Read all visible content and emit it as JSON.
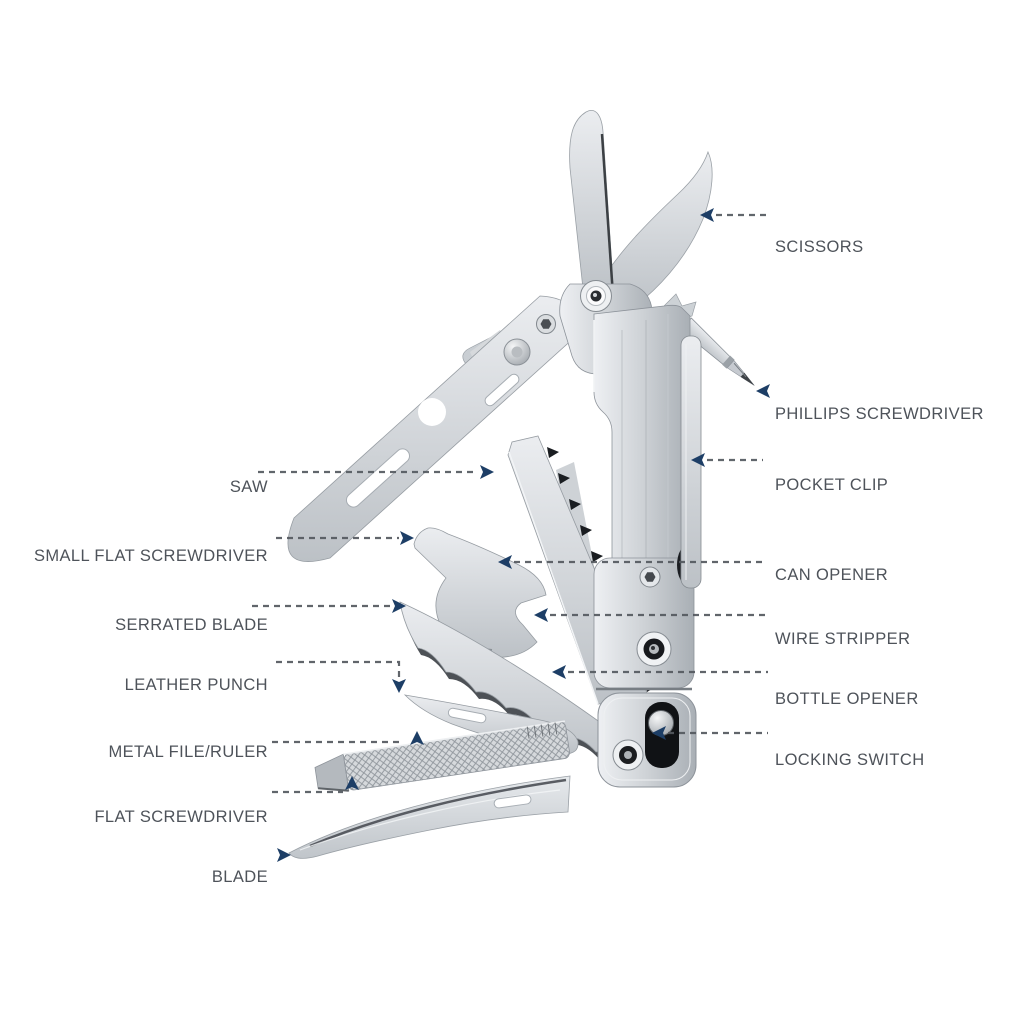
{
  "diagram": {
    "title": "multi-tool pocket knife exploded feature diagram",
    "colors": {
      "background": "#ffffff",
      "label_text": "#4e535a",
      "callout_line": "#54595f",
      "arrowhead": "#1d3e66",
      "metal_light": "#eef0f3",
      "metal_mid": "#c9cdd2",
      "metal_dark": "#8d939a",
      "slot_dark": "#14161a"
    }
  },
  "callouts": {
    "right": [
      {
        "id": "scissors",
        "label": "SCISSORS"
      },
      {
        "id": "phillips-screwdriver",
        "label": "PHILLIPS SCREWDRIVER"
      },
      {
        "id": "pocket-clip",
        "label": "POCKET CLIP"
      },
      {
        "id": "can-opener",
        "label": "CAN OPENER"
      },
      {
        "id": "wire-stripper",
        "label": "WIRE STRIPPER"
      },
      {
        "id": "bottle-opener",
        "label": "BOTTLE OPENER"
      },
      {
        "id": "locking-switch",
        "label": "LOCKING SWITCH"
      }
    ],
    "left": [
      {
        "id": "saw",
        "label": "SAW"
      },
      {
        "id": "small-flat-screwdriver",
        "label": "SMALL FLAT SCREWDRIVER"
      },
      {
        "id": "serrated-blade",
        "label": "SERRATED BLADE"
      },
      {
        "id": "leather-punch",
        "label": "LEATHER PUNCH"
      },
      {
        "id": "metal-file-ruler",
        "label": "METAL FILE/RULER"
      },
      {
        "id": "flat-screwdriver",
        "label": "FLAT SCREWDRIVER"
      },
      {
        "id": "blade",
        "label": "BLADE"
      }
    ]
  }
}
